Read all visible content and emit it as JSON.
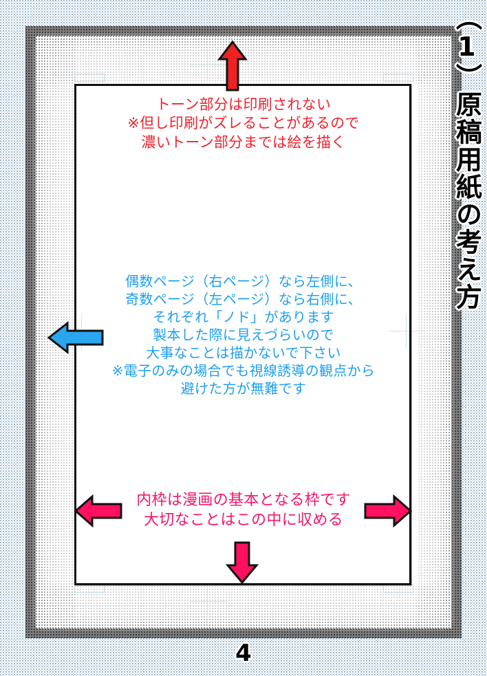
{
  "document": {
    "title_vertical": "（1）原稿用紙の考え方",
    "page_number": "4"
  },
  "annotations": {
    "top_note": {
      "color": "#f0222e",
      "text": "トーン部分は印刷されない\n※但し印刷がズレることがあるので\n濃いトーン部分までは絵を描く"
    },
    "middle_note": {
      "color": "#1ea0f0",
      "text": "偶数ページ（右ページ）なら左側に、\n奇数ページ（左ページ）なら右側に、\nそれぞれ「ノド」があります\n製本した際に見えづらいので\n大事なことは描かないで下さい\n※電子のみの場合でも視線誘導の観点から\n避けた方が無難です"
    },
    "bottom_note": {
      "color": "#f5156c",
      "text": "内枠は漫画の基本となる枠です\n大切なことはこの中に収める"
    }
  },
  "arrows": [
    {
      "name": "arrow-up-red",
      "direction": "up",
      "color": "#ee2222"
    },
    {
      "name": "arrow-left-blue",
      "direction": "left",
      "color": "#2aa6ef"
    },
    {
      "name": "arrow-left-pink",
      "direction": "left",
      "color": "#ff1060"
    },
    {
      "name": "arrow-right-pink",
      "direction": "right",
      "color": "#ff1060"
    },
    {
      "name": "arrow-down-pink",
      "direction": "down",
      "color": "#ff1060"
    }
  ],
  "palette": {
    "bleed_band": "#7d7d7d",
    "paper": "#ffffff",
    "inner_frame": "#111111",
    "crop_mark": "#c3dceb",
    "background_dots": "#9fb9cc"
  }
}
